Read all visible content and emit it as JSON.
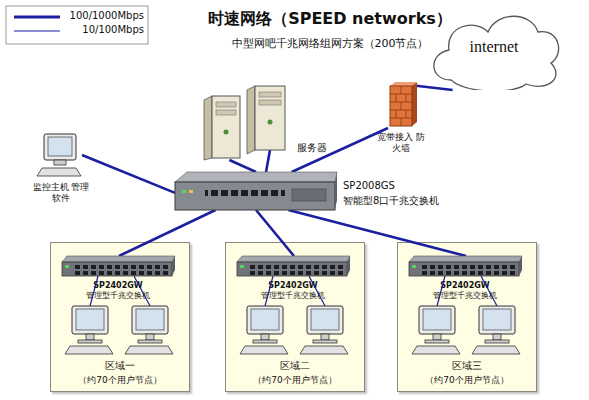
{
  "diagram": {
    "title": "时速网络（SPEED networks）",
    "nodes": [
      {
        "text": [
          "internet"
        ]
      },
      {
        "text": [
          "服务器"
        ]
      },
      {
        "text": [
          "宽带接入 防火墙"
        ]
      },
      {
        "text": [
          "监控主机 管理软件"
        ]
      },
      {
        "text": [
          "SP2008GS",
          "智能型8口千兆交换机"
        ]
      },
      {
        "text": [
          "区域一",
          "（约70个用户节点）"
        ]
      },
      {
        "text": [
          "SP2402GW",
          "管理型千兆交换机"
        ],
        "in": 5
      },
      {
        "text": [
          "区域二",
          "（约70个用户节点）"
        ]
      },
      {
        "text": [
          "SP2402GW",
          "管理型千兆交换机"
        ],
        "in": 7
      },
      {
        "text": [
          "区域三",
          "（约70个用户节点）"
        ]
      },
      {
        "text": [
          "SP2402GW",
          "管理型千兆交换机"
        ],
        "in": 9
      }
    ],
    "edges": [
      {
        "from": 4,
        "to": 1,
        "arrow": "none"
      },
      {
        "from": 4,
        "to": 3,
        "arrow": "none"
      },
      {
        "from": 4,
        "to": 2,
        "arrow": "none"
      },
      {
        "from": 2,
        "to": 0,
        "arrow": "none"
      },
      {
        "from": 4,
        "to": 6,
        "arrow": "none"
      },
      {
        "from": 4,
        "to": 8,
        "arrow": "none"
      },
      {
        "from": 4,
        "to": 10,
        "arrow": "none"
      }
    ],
    "labels": [
      "中型网吧千兆网络组网方案（200节点）"
    ],
    "legend": [
      {
        "text": "100/1000Mbps"
      },
      {
        "text": "10/100Mbps"
      }
    ]
  }
}
